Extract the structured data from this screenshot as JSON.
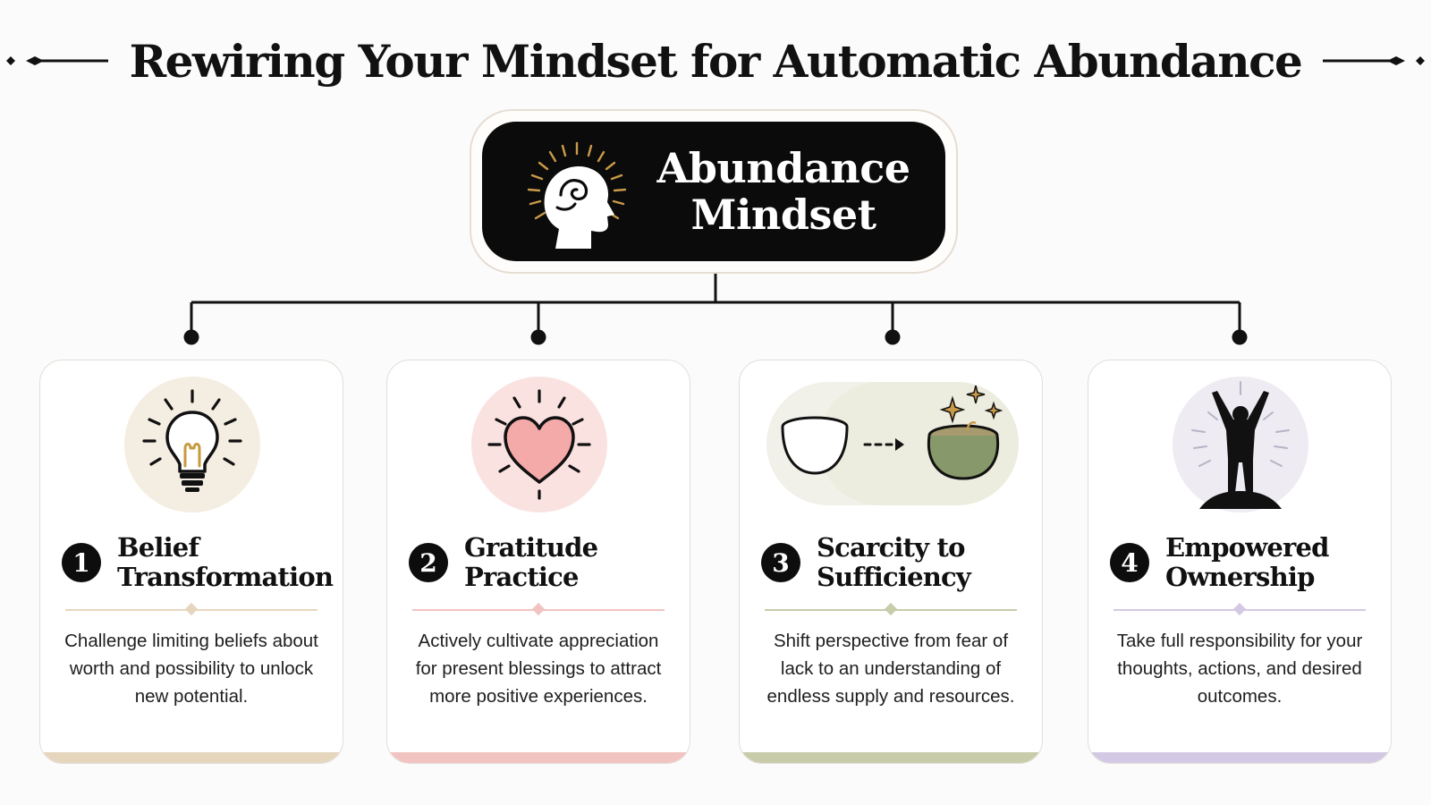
{
  "title": "Rewiring Your Mindset for Automatic Abundance",
  "hub": {
    "line1": "Abundance",
    "line2": "Mindset",
    "icon": "head-radiating-icon"
  },
  "cards": [
    {
      "number": "1",
      "title_line1": "Belief",
      "title_line2": "Transformation",
      "body": "Challenge limiting beliefs about worth and possibility to unlock new potential.",
      "icon": "lightbulb-icon",
      "accent": "#e6d6bd"
    },
    {
      "number": "2",
      "title_line1": "Gratitude",
      "title_line2": "Practice",
      "body": "Actively cultivate appreciation for present blessings to attract more positive experiences.",
      "icon": "heart-icon",
      "accent": "#f1c4c2"
    },
    {
      "number": "3",
      "title_line1": "Scarcity to",
      "title_line2": "Sufficiency",
      "body": "Shift perspective from fear of lack to an understanding of endless supply and resources.",
      "icon": "empty-to-full-pot-icon",
      "accent": "#c8ccaa"
    },
    {
      "number": "4",
      "title_line1": "Empowered",
      "title_line2": "Ownership",
      "body": "Take full responsibility for your thoughts, actions, and desired outcomes.",
      "icon": "victory-figure-icon",
      "accent": "#d4c9e4"
    }
  ]
}
